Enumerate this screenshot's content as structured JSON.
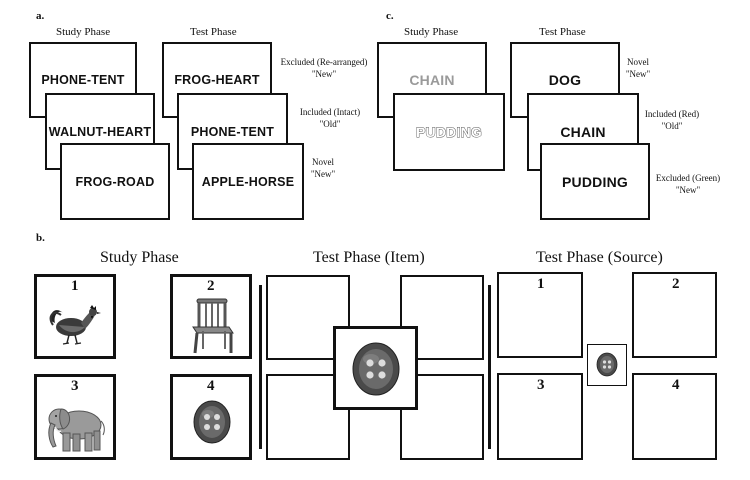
{
  "panel_a": {
    "label": "a.",
    "study_phase": "Study Phase",
    "test_phase": "Test Phase",
    "study_cards": [
      "PHONE-TENT",
      "WALNUT-HEART",
      "FROG-ROAD"
    ],
    "test_cards": [
      "FROG-HEART",
      "PHONE-TENT",
      "APPLE-HORSE"
    ],
    "notes": [
      {
        "line1": "Excluded  (Re-arranged)",
        "line2": "\"New\""
      },
      {
        "line1": "Included (Intact)",
        "line2": "\"Old\""
      },
      {
        "line1": "Novel",
        "line2": "\"New\""
      }
    ]
  },
  "panel_c": {
    "label": "c.",
    "study_phase": "Study Phase",
    "test_phase": "Test Phase",
    "study_cards": [
      "CHAIN",
      "PUDDING"
    ],
    "test_cards": [
      "DOG",
      "CHAIN",
      "PUDDING"
    ],
    "notes": [
      {
        "line1": "Novel",
        "line2": "\"New\""
      },
      {
        "line1": "Included (Red)",
        "line2": "\"Old\""
      },
      {
        "line1": "Excluded (Green)",
        "line2": "\"New\""
      }
    ]
  },
  "panel_b": {
    "label": "b.",
    "study_phase": "Study Phase",
    "test_item": "Test Phase (Item)",
    "test_source": "Test Phase (Source)",
    "study_numbers": [
      "1",
      "2",
      "3",
      "4"
    ],
    "source_numbers": [
      "1",
      "2",
      "3",
      "4"
    ],
    "study_images": [
      "rooster-icon",
      "chair-icon",
      "elephant-icon",
      "button-icon"
    ]
  }
}
